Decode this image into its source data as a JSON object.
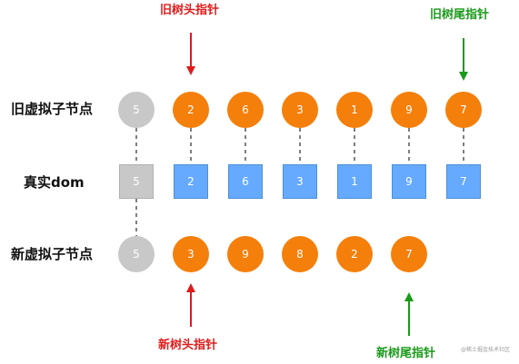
{
  "labels": {
    "old_vnode_row": "旧虚拟子节点",
    "real_dom_row": "真实dom",
    "new_vnode_row": "新虚拟子节点"
  },
  "pointers": {
    "old_head": "旧树头指针",
    "old_tail": "旧树尾指针",
    "new_head": "新树头指针",
    "new_tail": "新树尾指针"
  },
  "old_nodes": [
    "5",
    "2",
    "6",
    "3",
    "1",
    "9",
    "7"
  ],
  "dom_nodes": [
    "5",
    "2",
    "6",
    "3",
    "1",
    "9",
    "7"
  ],
  "new_nodes": [
    "5",
    "3",
    "9",
    "8",
    "2",
    "7"
  ],
  "watermark": "@稀土掘金技术社区",
  "colors": {
    "orange": "#f57f0b",
    "gray": "#c8c8c8",
    "blue": "#66aaff",
    "red": "#e01b1b",
    "green": "#1a9a1a",
    "dash": "#555555"
  }
}
